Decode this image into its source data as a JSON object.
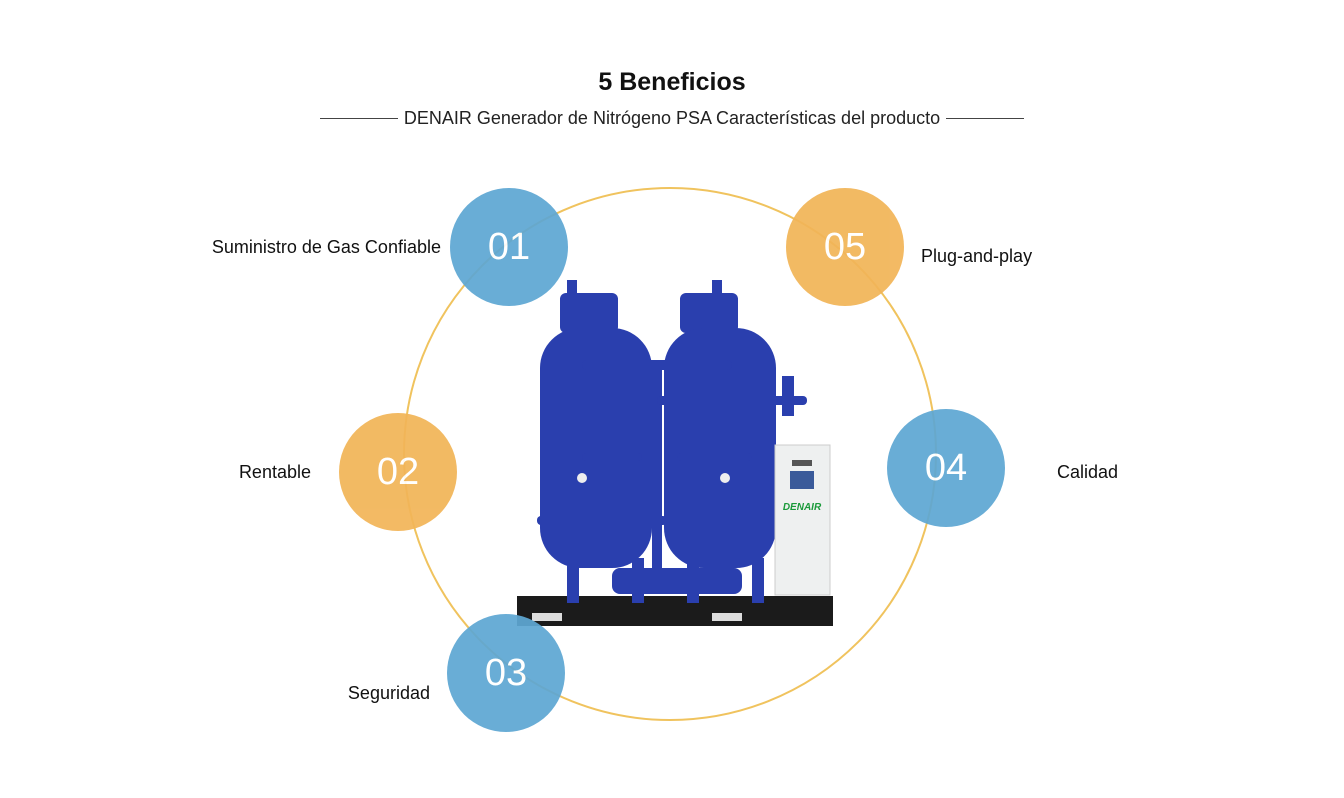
{
  "header": {
    "title": "5 Beneficios",
    "subtitle": "DENAIR Generador de Nitrógeno PSA Características del producto"
  },
  "colors": {
    "blue": "#5ea7d3",
    "orange": "#f2b558",
    "ring": "#f0c35e",
    "tank": "#2a3fae"
  },
  "benefits": [
    {
      "number": "01",
      "label": "Suministro de Gas Confiable",
      "color": "blue"
    },
    {
      "number": "02",
      "label": "Rentable",
      "color": "orange"
    },
    {
      "number": "03",
      "label": "Seguridad",
      "color": "blue"
    },
    {
      "number": "04",
      "label": "Calidad",
      "color": "blue"
    },
    {
      "number": "05",
      "label": "Plug-and-play",
      "color": "orange"
    }
  ],
  "product": {
    "brand_label": "DENAIR"
  }
}
